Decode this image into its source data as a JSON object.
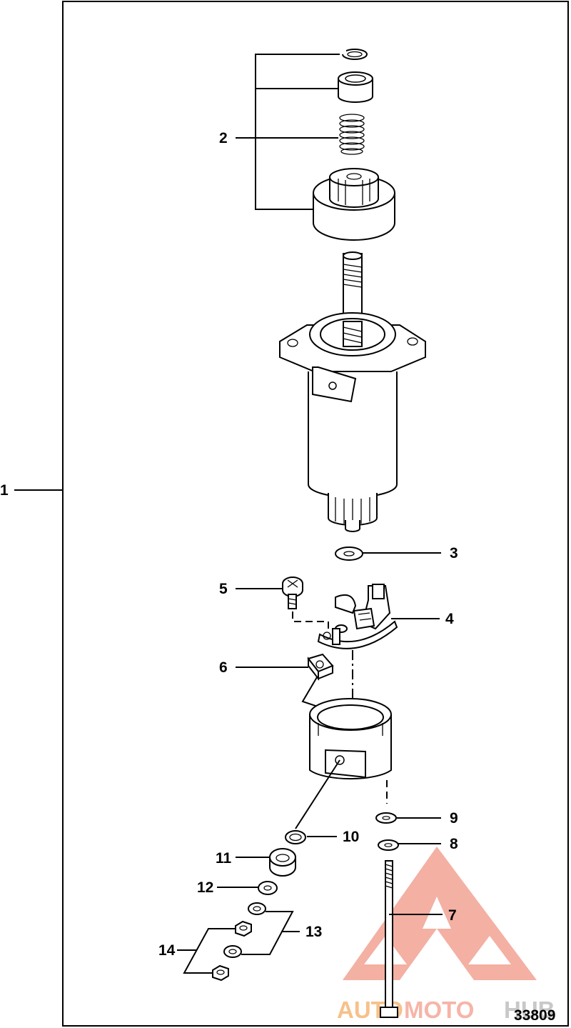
{
  "callouts": {
    "c1": "1",
    "c2": "2",
    "c3": "3",
    "c4": "4",
    "c5": "5",
    "c6": "6",
    "c7": "7",
    "c8": "8",
    "c9": "9",
    "c10": "10",
    "c11": "11",
    "c12": "12",
    "c13": "13",
    "c14": "14"
  },
  "figure_number": "33809",
  "watermark": {
    "part1": "AUTO",
    "part2": "MOTO",
    "part3": "HUB"
  },
  "colors": {
    "line": "#000000",
    "watermark_red": "#f2a89a",
    "watermark_orange": "#f7c18a",
    "watermark_pink": "#f7b4a8"
  }
}
